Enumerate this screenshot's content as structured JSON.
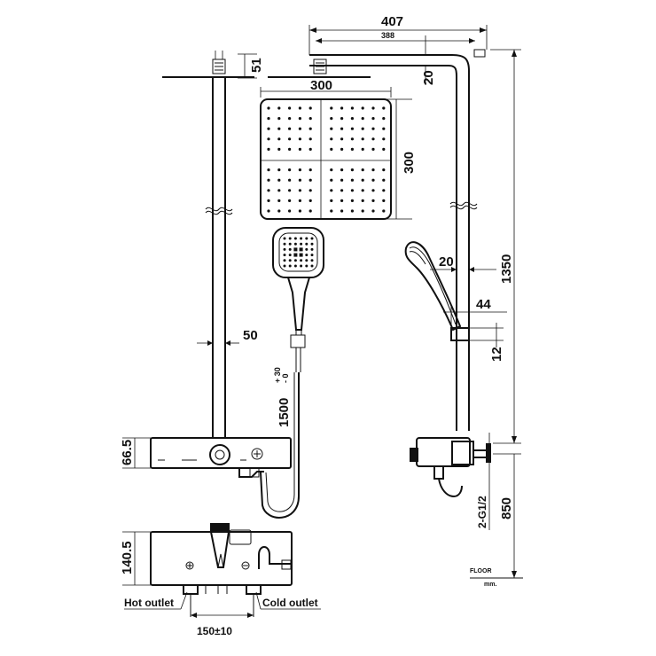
{
  "dimensions": {
    "width_total": "407",
    "width_arm": "388",
    "head_height": "51",
    "arm_drop": "20",
    "head_width": "300",
    "head_depth": "300",
    "total_height": "1350",
    "handshower_offset": "20",
    "holder_width": "44",
    "holder_height": "12",
    "bar_diameter": "50",
    "hose_length": "1500",
    "hose_tol_plus": "+ 30",
    "hose_tol_minus": "- 0",
    "valve_height": "66.5",
    "inlet_thread": "2-G1/2",
    "valve_floor": "850",
    "body_height": "140.5",
    "inlet_spacing": "150±10"
  },
  "labels": {
    "hot_outlet": "Hot outlet",
    "cold_outlet": "Cold outlet",
    "floor": "FLOOR",
    "floor_unit": "mm."
  }
}
